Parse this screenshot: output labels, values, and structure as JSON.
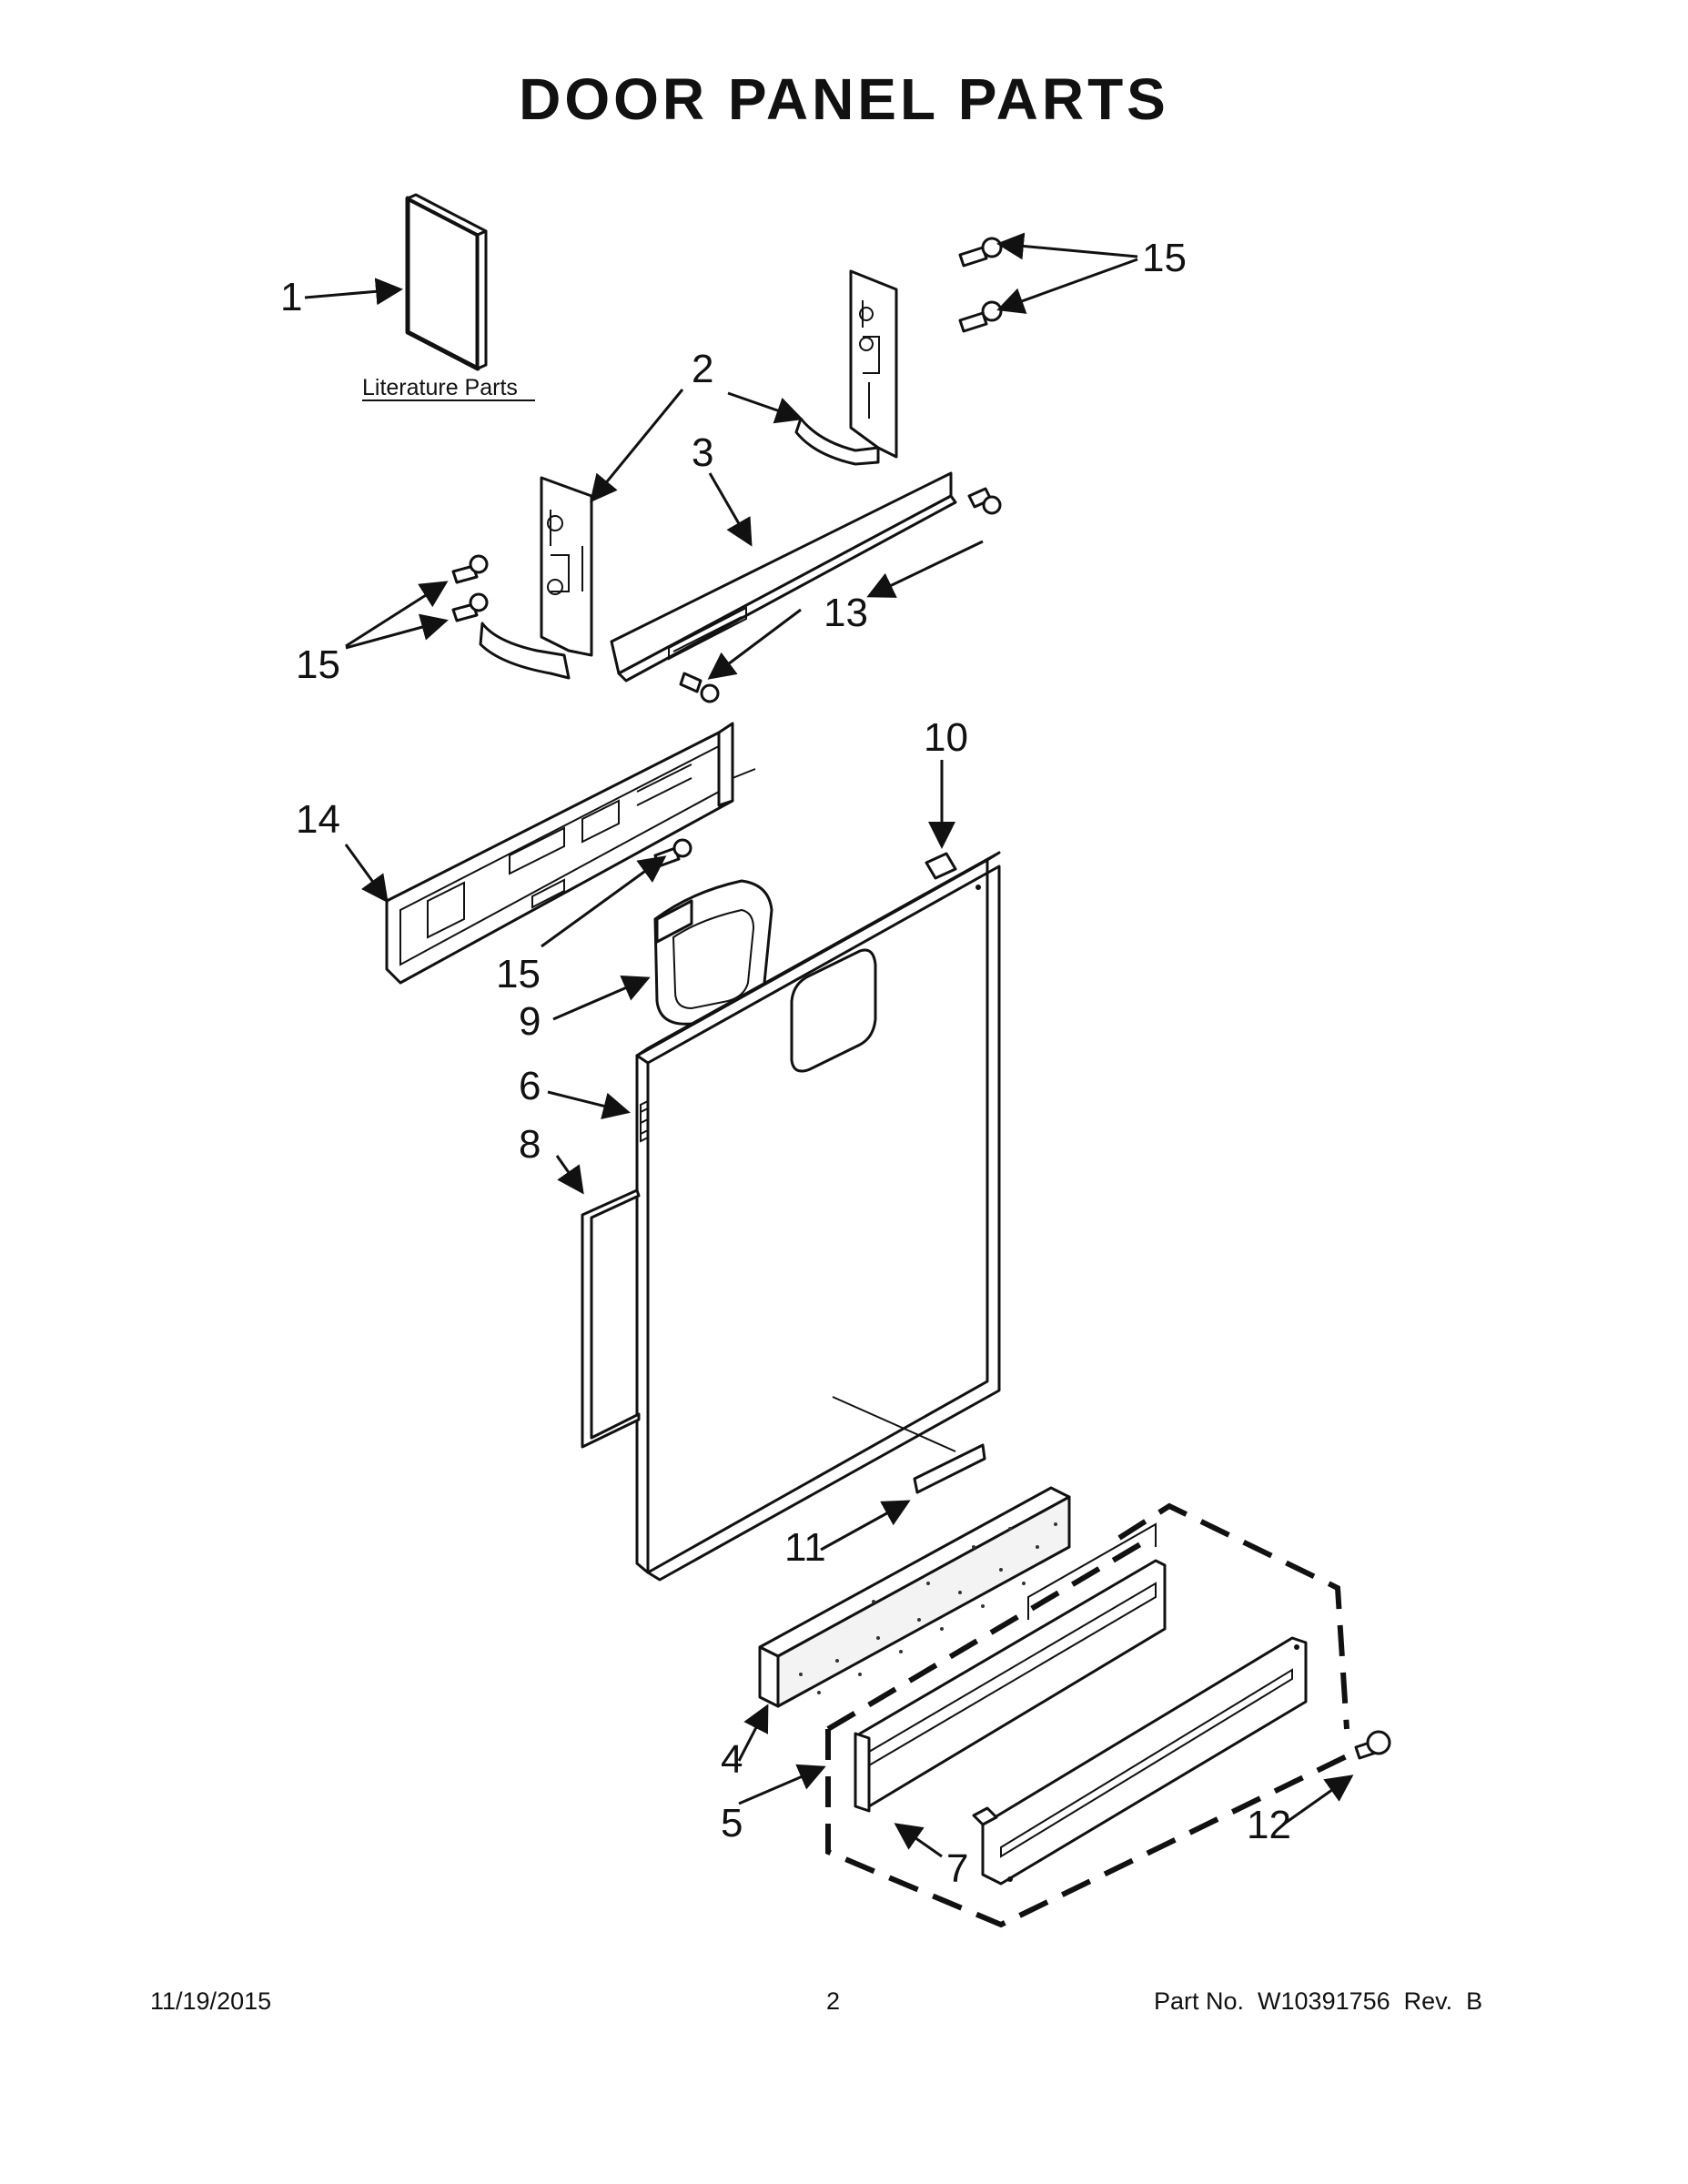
{
  "title": "DOOR PANEL PARTS",
  "literature_label": "Literature Parts",
  "callouts": {
    "c1": "1",
    "c2": "2",
    "c3": "3",
    "c4": "4",
    "c5": "5",
    "c6": "6",
    "c7": "7",
    "c8": "8",
    "c9": "9",
    "c10": "10",
    "c11": "11",
    "c12": "12",
    "c13": "13",
    "c14": "14",
    "c15a": "15",
    "c15b": "15",
    "c15c": "15"
  },
  "footer": {
    "date": "11/19/2015",
    "page": "2",
    "part_no": "Part No.  W10391756  Rev.  B"
  }
}
